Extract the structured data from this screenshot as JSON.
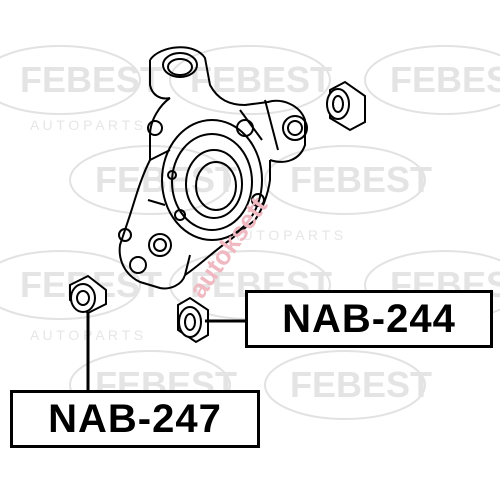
{
  "parts": [
    {
      "label": "NAB-244"
    },
    {
      "label": "NAB-247"
    }
  ],
  "watermark": {
    "brand": "FEBEST",
    "tagline": "A U T O P A R T S",
    "stamp": "autoksett"
  },
  "colors": {
    "line": "#000000",
    "watermark": "#e4e4e4",
    "stamp": "#f0b8c0"
  }
}
